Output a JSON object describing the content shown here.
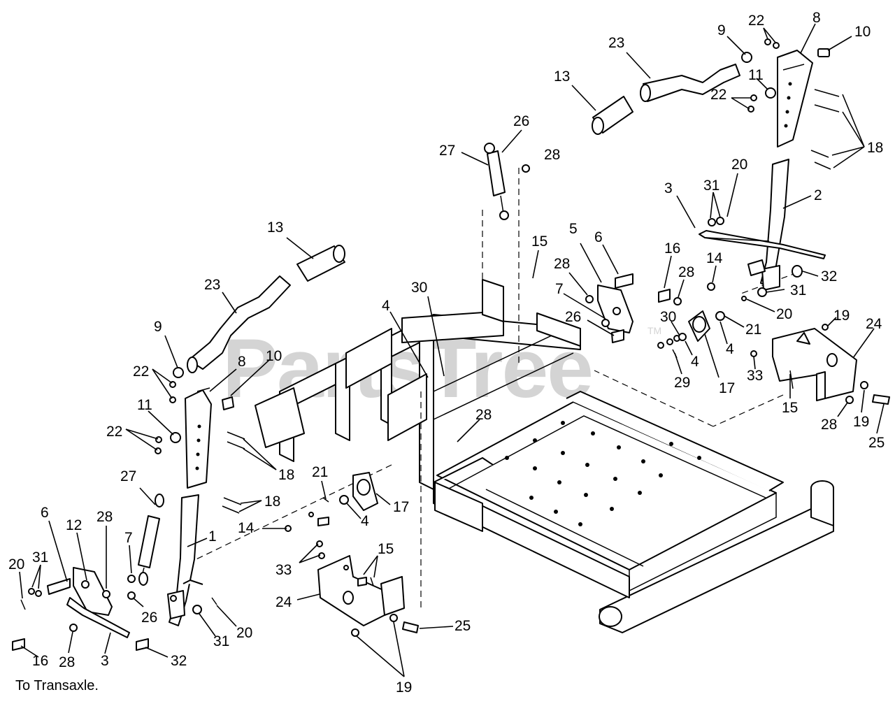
{
  "watermark": {
    "text": "PartsTree",
    "trademark": "TM"
  },
  "note": "To Transaxle.",
  "callouts": [
    {
      "id": "c9-top",
      "label": "9"
    },
    {
      "id": "c22-top",
      "label": "22"
    },
    {
      "id": "c8-top",
      "label": "8"
    },
    {
      "id": "c10-top",
      "label": "10"
    },
    {
      "id": "c23-top",
      "label": "23"
    },
    {
      "id": "c13-top",
      "label": "13"
    },
    {
      "id": "c11-top",
      "label": "11"
    },
    {
      "id": "c22-top2",
      "label": "22"
    },
    {
      "id": "c18-top",
      "label": "18"
    },
    {
      "id": "c26-top",
      "label": "26"
    },
    {
      "id": "c27-top",
      "label": "27"
    },
    {
      "id": "c28-top",
      "label": "28"
    },
    {
      "id": "c20-top",
      "label": "20"
    },
    {
      "id": "c3-right",
      "label": "3"
    },
    {
      "id": "c31-right",
      "label": "31"
    },
    {
      "id": "c2",
      "label": "2"
    },
    {
      "id": "c15-mid",
      "label": "15"
    },
    {
      "id": "c5",
      "label": "5"
    },
    {
      "id": "c6-right",
      "label": "6"
    },
    {
      "id": "c16-right",
      "label": "16"
    },
    {
      "id": "c28-mid",
      "label": "28"
    },
    {
      "id": "c28-right",
      "label": "28"
    },
    {
      "id": "c14-right",
      "label": "14"
    },
    {
      "id": "c32-right",
      "label": "32"
    },
    {
      "id": "c7-right",
      "label": "7"
    },
    {
      "id": "c31-right2",
      "label": "31"
    },
    {
      "id": "c20-right",
      "label": "20"
    },
    {
      "id": "c26-right",
      "label": "26"
    },
    {
      "id": "c30-right",
      "label": "30"
    },
    {
      "id": "c21-right",
      "label": "21"
    },
    {
      "id": "c4-right",
      "label": "4"
    },
    {
      "id": "c4-right2",
      "label": "4"
    },
    {
      "id": "c19-right",
      "label": "19"
    },
    {
      "id": "c24-right",
      "label": "24"
    },
    {
      "id": "c29",
      "label": "29"
    },
    {
      "id": "c17-right",
      "label": "17"
    },
    {
      "id": "c33-right",
      "label": "33"
    },
    {
      "id": "c15-right",
      "label": "15"
    },
    {
      "id": "c28-right2",
      "label": "28"
    },
    {
      "id": "c19-right2",
      "label": "19"
    },
    {
      "id": "c25-right",
      "label": "25"
    },
    {
      "id": "c13-left",
      "label": "13"
    },
    {
      "id": "c23-left",
      "label": "23"
    },
    {
      "id": "c4-mid",
      "label": "4"
    },
    {
      "id": "c30-mid",
      "label": "30"
    },
    {
      "id": "c9-left",
      "label": "9"
    },
    {
      "id": "c10-left",
      "label": "10"
    },
    {
      "id": "c8-left",
      "label": "8"
    },
    {
      "id": "c22-left",
      "label": "22"
    },
    {
      "id": "c11-left",
      "label": "11"
    },
    {
      "id": "c22-left2",
      "label": "22"
    },
    {
      "id": "c28-center",
      "label": "28"
    },
    {
      "id": "c18-left",
      "label": "18"
    },
    {
      "id": "c18-left2",
      "label": "18"
    },
    {
      "id": "c27-left",
      "label": "27"
    },
    {
      "id": "c21-left",
      "label": "21"
    },
    {
      "id": "c17-left",
      "label": "17"
    },
    {
      "id": "c14-left",
      "label": "14"
    },
    {
      "id": "c4-left",
      "label": "4"
    },
    {
      "id": "c6-left",
      "label": "6"
    },
    {
      "id": "c12",
      "label": "12"
    },
    {
      "id": "c28-left",
      "label": "28"
    },
    {
      "id": "c7-left",
      "label": "7"
    },
    {
      "id": "c1",
      "label": "1"
    },
    {
      "id": "c20-left",
      "label": "20"
    },
    {
      "id": "c31-left",
      "label": "31"
    },
    {
      "id": "c15-bottom",
      "label": "15"
    },
    {
      "id": "c33-bottom",
      "label": "33"
    },
    {
      "id": "c24-bottom",
      "label": "24"
    },
    {
      "id": "c26-left",
      "label": "26"
    },
    {
      "id": "c20-left2",
      "label": "20"
    },
    {
      "id": "c31-left2",
      "label": "31"
    },
    {
      "id": "c25-bottom",
      "label": "25"
    },
    {
      "id": "c16-left",
      "label": "16"
    },
    {
      "id": "c28-left2",
      "label": "28"
    },
    {
      "id": "c3-left",
      "label": "3"
    },
    {
      "id": "c32-left",
      "label": "32"
    },
    {
      "id": "c19-bottom",
      "label": "19"
    }
  ]
}
